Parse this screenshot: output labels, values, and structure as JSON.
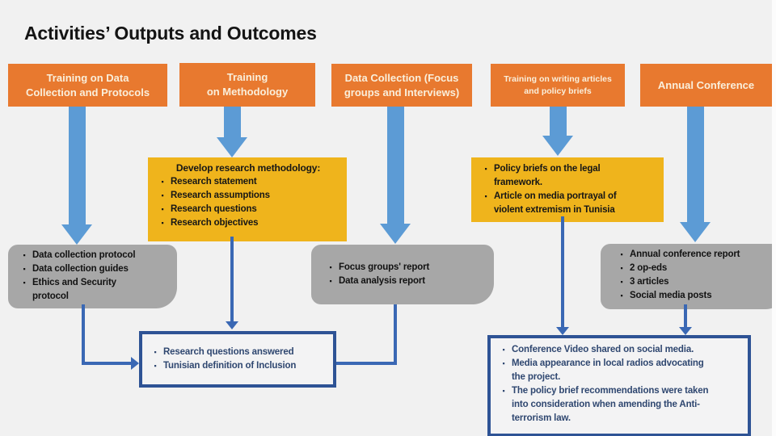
{
  "slide": {
    "title": "Activities’ Outputs and Outcomes"
  },
  "glyphs": {
    "bullet": "▪"
  },
  "colors": {
    "background": "#F1F1F1",
    "activity_orange": "#E8792F",
    "arrow_blue": "#5C9BD5",
    "connector_blue": "#3A68B4",
    "output_gold": "#EFB41C",
    "output_gray": "#A7A7A7",
    "outcome_border_navy": "#2E5395"
  },
  "activities": [
    {
      "label": "Training on Data\nCollection and Protocols"
    },
    {
      "label": "Training\non Methodology"
    },
    {
      "label": "Data Collection (Focus\ngroups and Interviews)"
    },
    {
      "label": "Training on writing articles\nand policy briefs"
    },
    {
      "label": "Annual Conference"
    }
  ],
  "outputs": {
    "methodology": {
      "heading": "Develop research methodology:",
      "items": [
        "Research statement",
        "Research assumptions",
        "Research questions",
        "Research objectives"
      ]
    },
    "articles": {
      "items": [
        "Policy briefs on the legal\nframework.",
        "Article on media portrayal of\nviolent extremism in Tunisia"
      ]
    },
    "protocols": {
      "items": [
        "Data collection protocol",
        "Data collection guides",
        "Ethics and Security\nprotocol"
      ]
    },
    "reports": {
      "items": [
        "Focus groups' report",
        "Data analysis report"
      ]
    },
    "conference": {
      "items": [
        "Annual conference report",
        "2 op-eds",
        "3 articles",
        "Social media posts"
      ]
    }
  },
  "outcomes": {
    "research": {
      "items": [
        "Research questions answered",
        "Tunisian definition of Inclusion"
      ]
    },
    "dissemination": {
      "items": [
        "Conference Video shared on social media.",
        "Media appearance in local radios advocating\nthe project.",
        "The policy brief recommendations were taken\ninto consideration when amending the Anti-\nterrorism law."
      ]
    }
  }
}
